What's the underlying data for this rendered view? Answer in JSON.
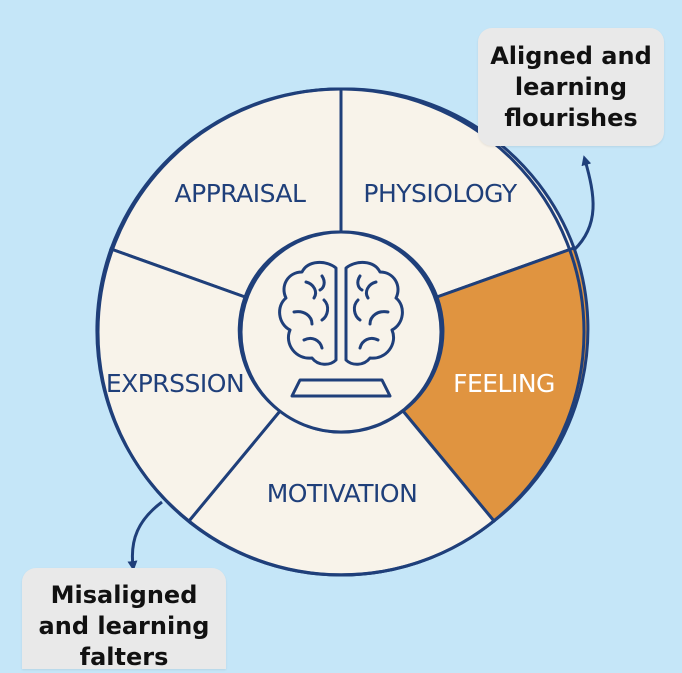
{
  "colors": {
    "background": "#c5e6f8",
    "segment_fill": "#f8f3ea",
    "highlight_fill": "#e09440",
    "outline": "#1f3f7a",
    "callout_fill": "#e9e9e9"
  },
  "wheel": {
    "segments": [
      {
        "label": "APPRAISAL",
        "highlight": false
      },
      {
        "label": "PHYSIOLOGY",
        "highlight": false
      },
      {
        "label": "FEELING",
        "highlight": true
      },
      {
        "label": "MOTIVATION",
        "highlight": false
      },
      {
        "label": "EXPRSSION",
        "highlight": false
      }
    ],
    "center_icon": "brain-icon"
  },
  "callouts": {
    "top": "Aligned and\nlearning\nflourishes",
    "bottom": "Misaligned\nand learning\nfalters"
  }
}
